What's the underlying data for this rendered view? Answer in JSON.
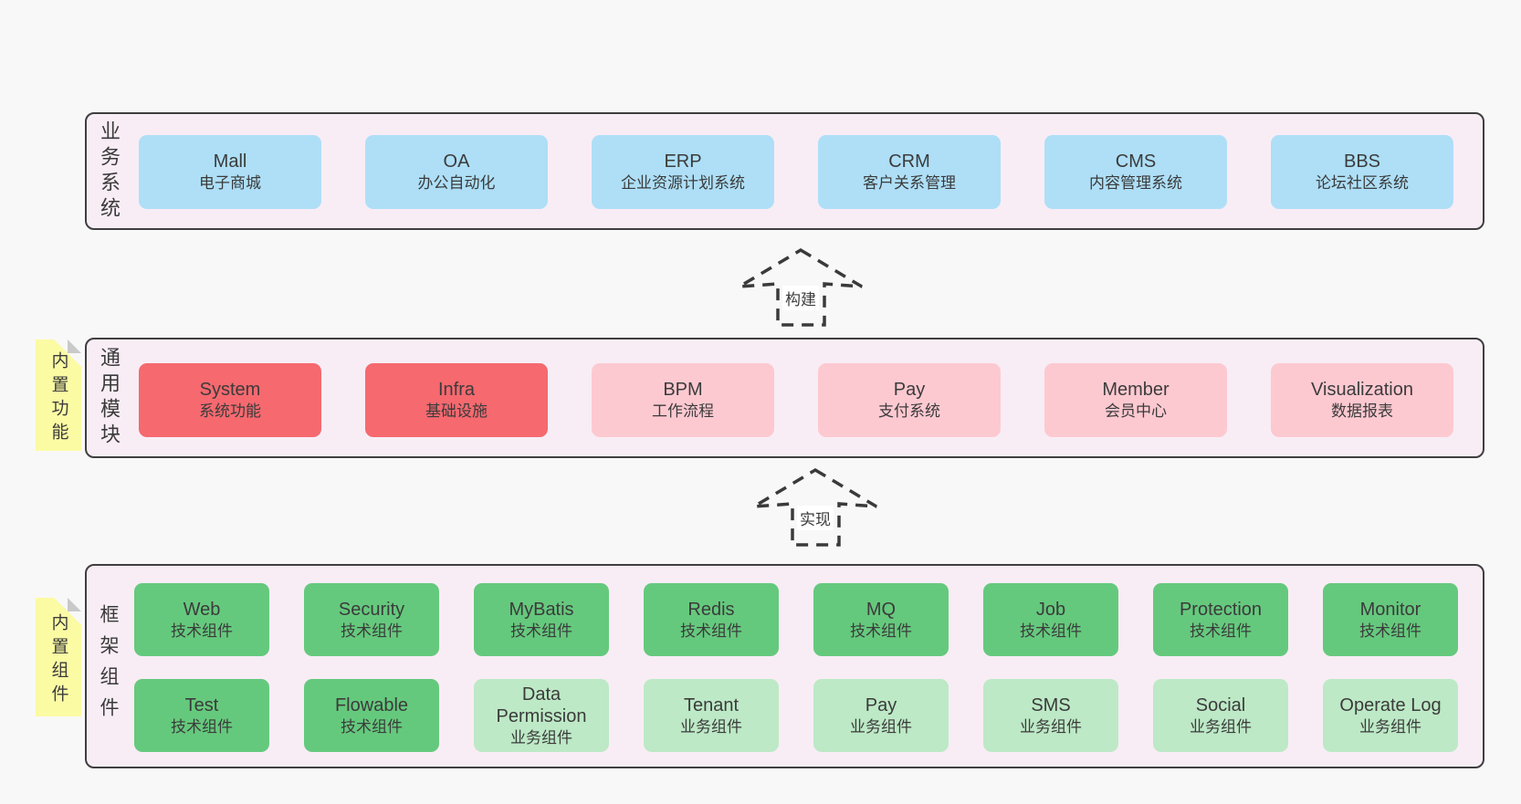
{
  "colors": {
    "page_bg": "#f8f8f8",
    "layer_bg": "#f8edf5",
    "layer_border": "#3f3f3f",
    "box_blue": "#aedff7",
    "box_red": "#f5696f",
    "box_pink": "#fdc9d1",
    "box_green": "#65c97d",
    "box_green_light": "#bde9c6",
    "note_bg": "#fbfba4",
    "note_fold": "#c9c9c9",
    "text": "#3c3c3c"
  },
  "arrows": [
    {
      "label": "构建"
    },
    {
      "label": "实现"
    }
  ],
  "layers": {
    "business": {
      "label": "业务系统",
      "boxes": [
        {
          "title": "Mall",
          "subtitle": "电子商城",
          "color": "blue"
        },
        {
          "title": "OA",
          "subtitle": "办公自动化",
          "color": "blue"
        },
        {
          "title": "ERP",
          "subtitle": "企业资源计划系统",
          "color": "blue"
        },
        {
          "title": "CRM",
          "subtitle": "客户关系管理",
          "color": "blue"
        },
        {
          "title": "CMS",
          "subtitle": "内容管理系统",
          "color": "blue"
        },
        {
          "title": "BBS",
          "subtitle": "论坛社区系统",
          "color": "blue"
        }
      ]
    },
    "modules": {
      "label": "通用模块",
      "note": "内置功能",
      "boxes": [
        {
          "title": "System",
          "subtitle": "系统功能",
          "color": "red"
        },
        {
          "title": "Infra",
          "subtitle": "基础设施",
          "color": "red"
        },
        {
          "title": "BPM",
          "subtitle": "工作流程",
          "color": "pink"
        },
        {
          "title": "Pay",
          "subtitle": "支付系统",
          "color": "pink"
        },
        {
          "title": "Member",
          "subtitle": "会员中心",
          "color": "pink"
        },
        {
          "title": "Visualization",
          "subtitle": "数据报表",
          "color": "pink"
        }
      ]
    },
    "framework": {
      "label": "框架组件",
      "note": "内置组件",
      "row1": [
        {
          "title": "Web",
          "subtitle": "技术组件",
          "color": "green"
        },
        {
          "title": "Security",
          "subtitle": "技术组件",
          "color": "green"
        },
        {
          "title": "MyBatis",
          "subtitle": "技术组件",
          "color": "green"
        },
        {
          "title": "Redis",
          "subtitle": "技术组件",
          "color": "green"
        },
        {
          "title": "MQ",
          "subtitle": "技术组件",
          "color": "green"
        },
        {
          "title": "Job",
          "subtitle": "技术组件",
          "color": "green"
        },
        {
          "title": "Protection",
          "subtitle": "技术组件",
          "color": "green"
        },
        {
          "title": "Monitor",
          "subtitle": "技术组件",
          "color": "green"
        }
      ],
      "row2": [
        {
          "title": "Test",
          "subtitle": "技术组件",
          "color": "green"
        },
        {
          "title": "Flowable",
          "subtitle": "技术组件",
          "color": "green"
        },
        {
          "title": "Data Permission",
          "subtitle": "业务组件",
          "color": "green-light"
        },
        {
          "title": "Tenant",
          "subtitle": "业务组件",
          "color": "green-light"
        },
        {
          "title": "Pay",
          "subtitle": "业务组件",
          "color": "green-light"
        },
        {
          "title": "SMS",
          "subtitle": "业务组件",
          "color": "green-light"
        },
        {
          "title": "Social",
          "subtitle": "业务组件",
          "color": "green-light"
        },
        {
          "title": "Operate Log",
          "subtitle": "业务组件",
          "color": "green-light"
        }
      ]
    }
  }
}
